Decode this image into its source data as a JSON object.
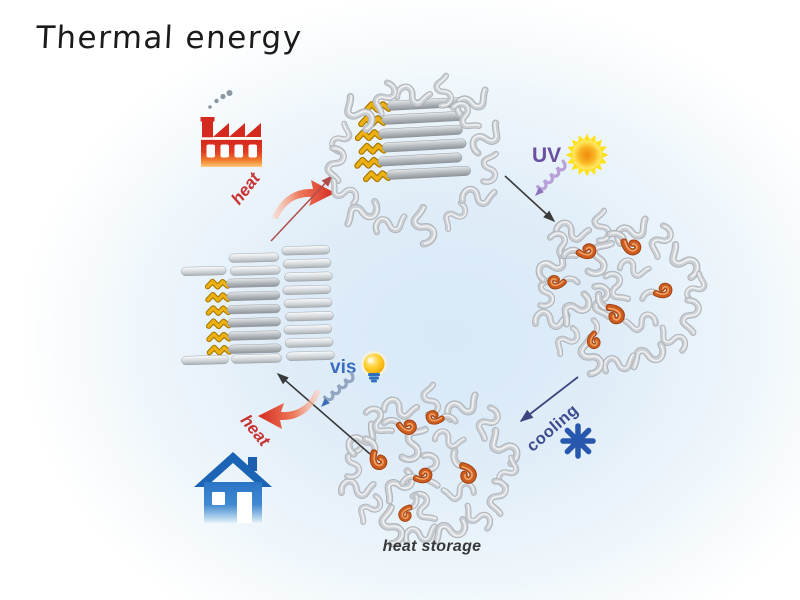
{
  "title": "Thermal energy",
  "labels": {
    "heat_top": "heat",
    "uv": "UV",
    "cooling": "cooling",
    "vis": "vis",
    "heat_bottom": "heat",
    "heat_storage": "heat storage"
  },
  "icons": [
    "factory-icon",
    "sun-icon",
    "snowflake-icon",
    "light-bulb-icon",
    "house-icon"
  ],
  "colors": {
    "background_tint": "#d7e8f7",
    "heat_red": "#c83232",
    "uv_purple": "#6b4fa1",
    "vis_blue": "#3a6cc0",
    "cooling_navy": "#3c4a8e",
    "molecule_gray": "#c6c9cc",
    "switched_orange": "#cc5d1f",
    "mesogen_yellow": "#edb211",
    "arrow_dark": "#3a3a3a",
    "sun_yellow": "#ffe11a",
    "snowflake_blue": "#2857ae",
    "house_blue": "#1b63b4",
    "factory_red": "#d5281e"
  }
}
